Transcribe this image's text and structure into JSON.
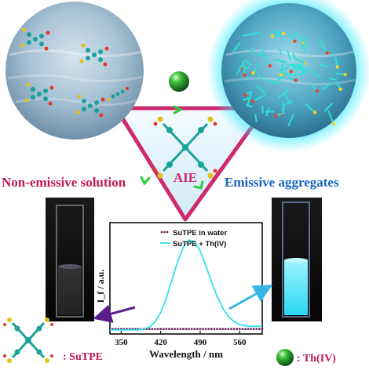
{
  "labels": {
    "left_caption": "Non-emissive solution",
    "right_caption": "Emissive aggregates",
    "center_label": "AIE",
    "legend_sutpe_name": ": SuTPE",
    "legend_th_name": ": Th(IV)"
  },
  "colors": {
    "magenta": "#c2185b",
    "blue": "#1565c0",
    "triangle": "#d02a6f",
    "cyan_line": "#33e0f0",
    "dots": "#6a1b55",
    "arrow_green": "#2ecc40",
    "arrow_purple": "#5a1f8c",
    "arrow_cyan": "#3ab6e6"
  },
  "icons": {
    "molecule": "sutpe-molecule-icon",
    "sphere": "thorium-sphere-icon",
    "cuvette": "cuvette-icon"
  },
  "chart_data": {
    "type": "line",
    "title": "",
    "xlabel": "Wavelength / nm",
    "ylabel": "I_f / a.u.",
    "xlim": [
      330,
      600
    ],
    "xticks": [
      350,
      420,
      490,
      560
    ],
    "grid": false,
    "legend_position": "top-right",
    "series": [
      {
        "name": "SuTPE in water",
        "style": "dotted",
        "x": [
          330,
          345,
          360,
          375,
          390,
          405,
          420,
          435,
          450,
          465,
          480,
          495,
          510,
          525,
          540,
          555,
          570,
          585,
          600
        ],
        "y": [
          0.02,
          0.02,
          0.02,
          0.02,
          0.02,
          0.02,
          0.02,
          0.02,
          0.02,
          0.02,
          0.02,
          0.02,
          0.02,
          0.02,
          0.02,
          0.02,
          0.02,
          0.02,
          0.02
        ]
      },
      {
        "name": "SuTPE + Th(IV)",
        "style": "solid",
        "x": [
          330,
          380,
          400,
          410,
          420,
          430,
          440,
          450,
          460,
          470,
          480,
          490,
          500,
          510,
          520,
          530,
          540,
          550,
          560,
          575,
          590,
          600
        ],
        "y": [
          0.01,
          0.01,
          0.04,
          0.1,
          0.2,
          0.36,
          0.56,
          0.76,
          0.92,
          1.0,
          0.98,
          0.88,
          0.72,
          0.54,
          0.38,
          0.25,
          0.16,
          0.1,
          0.07,
          0.05,
          0.05,
          0.05
        ]
      }
    ]
  }
}
